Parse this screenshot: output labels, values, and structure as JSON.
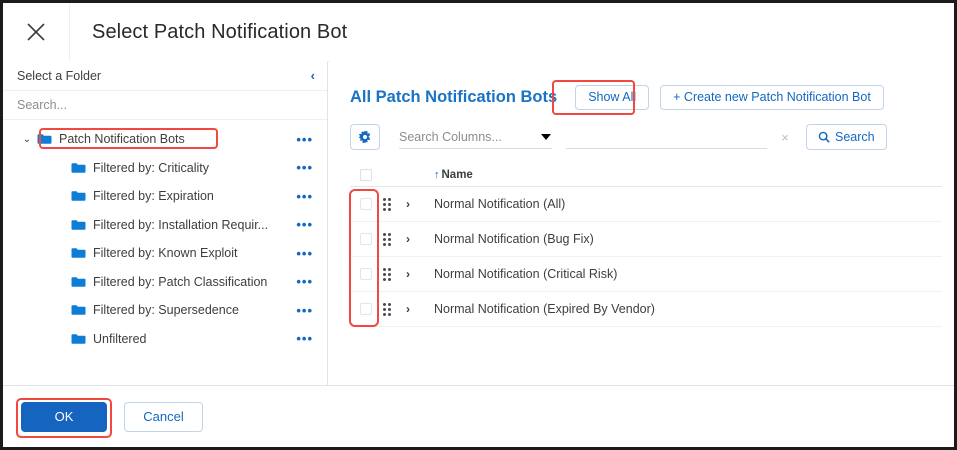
{
  "modal": {
    "title": "Select Patch Notification Bot",
    "close_icon": "close-icon"
  },
  "sidebar": {
    "header_label": "Select a Folder",
    "collapse_chevron": "‹",
    "search_placeholder": "Search...",
    "root": {
      "label": "Patch Notification Bots",
      "twisty": "⌄",
      "menu": "•••",
      "highlighted": true
    },
    "items": [
      {
        "label": "Filtered by: Criticality",
        "menu": "•••"
      },
      {
        "label": "Filtered by: Expiration",
        "menu": "•••"
      },
      {
        "label": "Filtered by: Installation Requir...",
        "menu": "•••"
      },
      {
        "label": "Filtered by: Known Exploit",
        "menu": "•••"
      },
      {
        "label": "Filtered by: Patch Classification",
        "menu": "•••"
      },
      {
        "label": "Filtered by: Supersedence",
        "menu": "•••"
      },
      {
        "label": "Unfiltered",
        "menu": "•••"
      }
    ]
  },
  "content": {
    "title": "All Patch Notification Bots",
    "show_all_label": "Show All",
    "create_label": "+ Create new Patch Notification Bot",
    "toolbar": {
      "gear_icon": "gear-icon",
      "columns_placeholder": "Search Columns...",
      "search_value": "",
      "clear_icon": "×",
      "search_label": "Search"
    },
    "table": {
      "columns": [
        "",
        "",
        "",
        "Name"
      ],
      "sort_column": "Name",
      "sort_arrow": "↑",
      "rows": [
        {
          "name": "Normal Notification (All)",
          "expand": "›",
          "checked": false
        },
        {
          "name": "Normal Notification (Bug Fix)",
          "expand": "›",
          "checked": false
        },
        {
          "name": "Normal Notification (Critical Risk)",
          "expand": "›",
          "checked": false
        },
        {
          "name": "Normal Notification (Expired By Vendor)",
          "expand": "›",
          "checked": false
        }
      ]
    }
  },
  "footer": {
    "ok_label": "OK",
    "cancel_label": "Cancel"
  },
  "colors": {
    "brand_blue": "#1268c3",
    "title_blue": "#1a73c4",
    "folder_blue": "#0d7dd6",
    "primary_button": "#1564bf",
    "annotation_red": "#f1493f",
    "text": "#3e3e3c"
  }
}
